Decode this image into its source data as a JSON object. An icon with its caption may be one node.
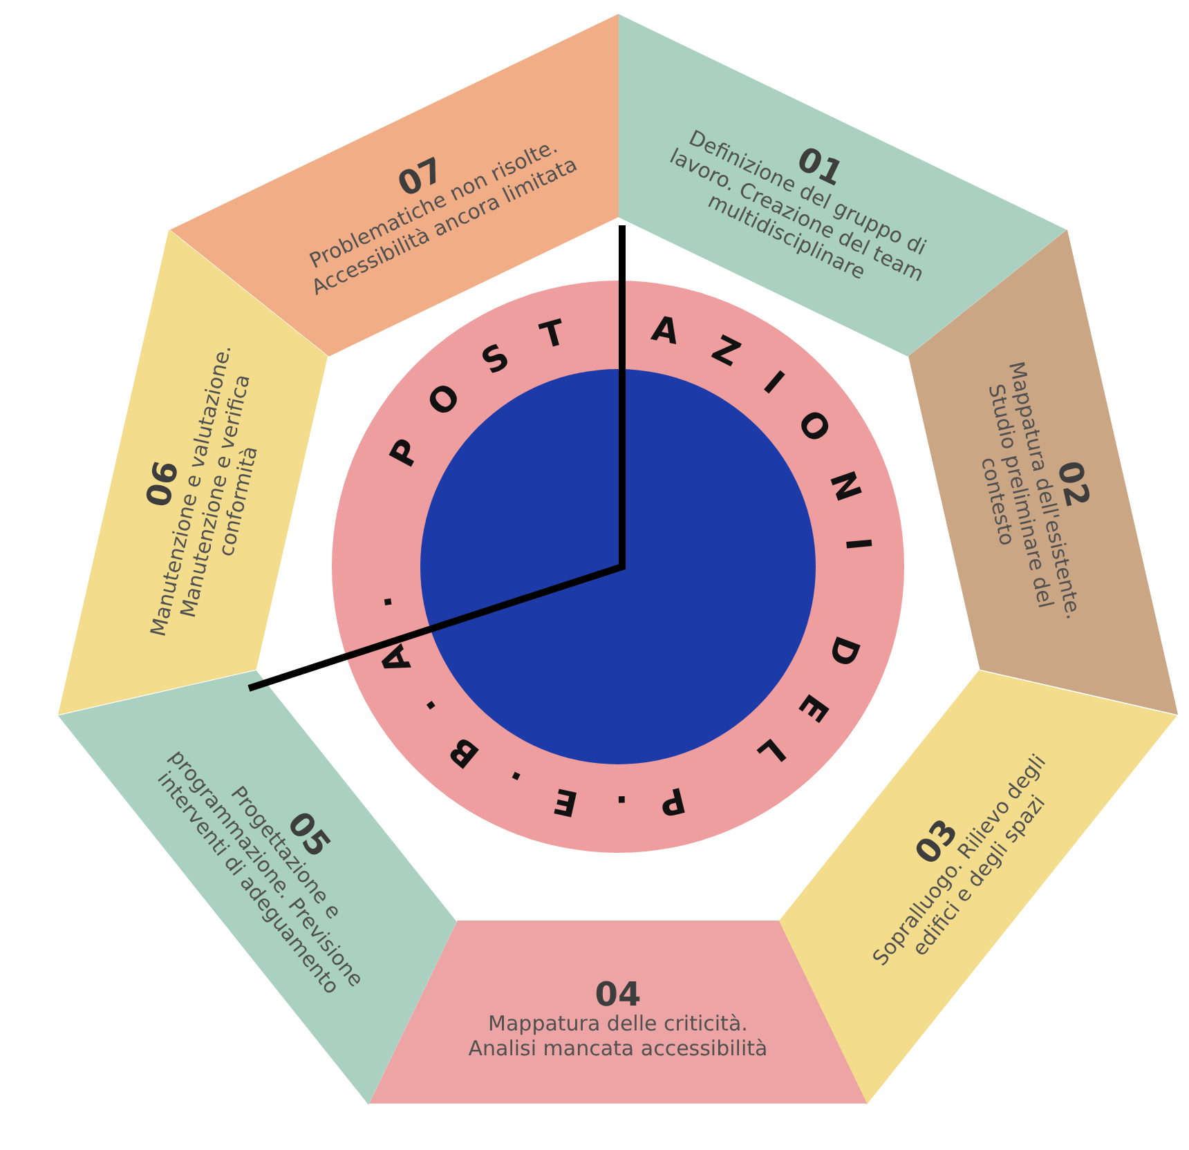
{
  "diagram": {
    "nodes": [
      {
        "text": [
          "01",
          "Definizione del gruppo di lavoro. Creazione del team multidisciplinare"
        ]
      },
      {
        "text": [
          "02",
          "Mappatura dell'esistente. Studio preliminare del contesto"
        ]
      },
      {
        "text": [
          "03",
          "Sopralluogo. Rilievo degli edifici e degli spazi"
        ]
      },
      {
        "text": [
          "04",
          "Mappatura delle criticità. Analisi mancata accessibilità"
        ]
      },
      {
        "text": [
          "05",
          "Progettazione e programmazione. Previsione interventi di adeguamento"
        ]
      },
      {
        "text": [
          "06",
          "Manutenzione e valutazione. Manutenzione e verifica conformità"
        ]
      },
      {
        "text": [
          "07",
          "Problematiche non risolte. Accessibilità ancora limitata"
        ]
      },
      {
        "text": [
          "POST AZIONI DEL P.E.B.A."
        ]
      }
    ]
  }
}
